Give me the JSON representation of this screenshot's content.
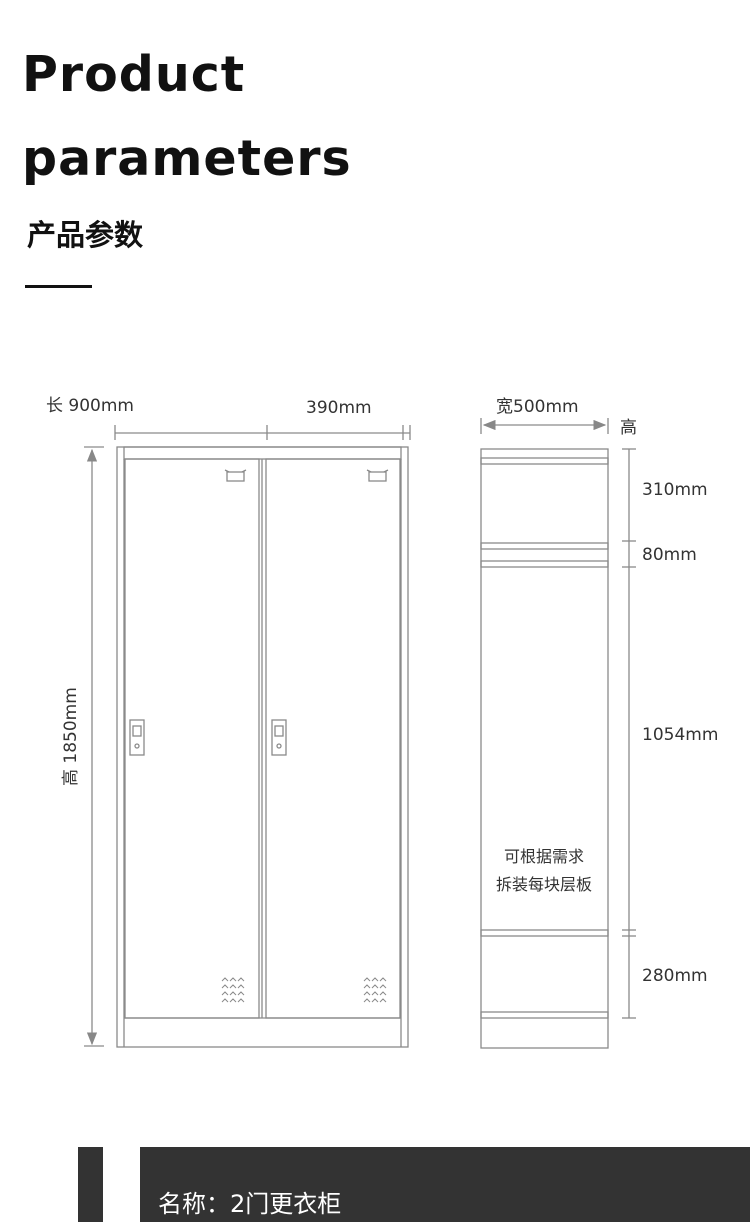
{
  "header": {
    "title_line1": "Product",
    "title_line2": "parameters",
    "title_cn": "产品参数"
  },
  "front_view": {
    "width_label": "长 900mm",
    "door_width_label": "390mm",
    "height_label": "高 1850mm"
  },
  "side_view": {
    "depth_label": "宽500mm",
    "height_marker": "高",
    "section_labels": [
      "310mm",
      "80mm",
      "1054mm",
      "280mm"
    ],
    "note_line1": "可根据需求",
    "note_line2": "拆装每块层板"
  },
  "info": {
    "product_name": "名称：2门更衣柜"
  },
  "colors": {
    "outline": "#8a8a8a",
    "text": "#111111",
    "info_bar": "#333333"
  }
}
